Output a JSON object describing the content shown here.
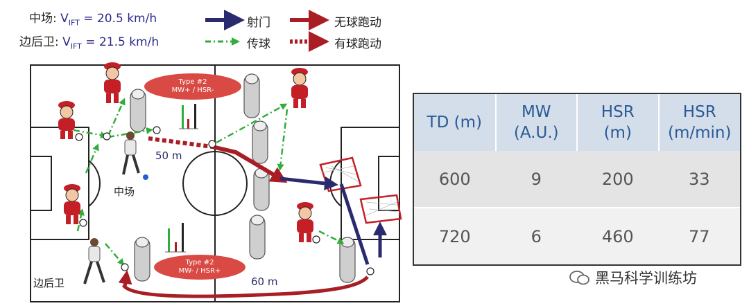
{
  "legend": {
    "mid_label": "中场: ",
    "mid_speed": "V",
    "mid_sub": "IFT",
    "mid_value": " = 20.5 km/h",
    "back_label": "边后卫: ",
    "back_speed": "V",
    "back_sub": "IFT",
    "back_value": " = 21.5 km/h",
    "shot": "射门",
    "pass": "传球",
    "run_no_ball": "无球跑动",
    "run_with_ball": "有球跑动"
  },
  "pitch": {
    "type1_line1": "Type #2",
    "type1_line2": "MW+ / HSR-",
    "type2_line1": "Type #2",
    "type2_line2": "MW- / HSR+",
    "dist1": "50 m",
    "dist2": "60 m",
    "midfielder": "中场",
    "fullback": "边后卫"
  },
  "colors": {
    "shot": "#2a2a6e",
    "pass": "#2fae3a",
    "run": "#a81e24",
    "ellipse": "#d94a44"
  },
  "table": {
    "headers": [
      {
        "line1": "TD (m)",
        "line2": ""
      },
      {
        "line1": "MW",
        "line2": "(A.U.)"
      },
      {
        "line1": "HSR",
        "line2": "(m)"
      },
      {
        "line1": "HSR",
        "line2": "(m/min)"
      }
    ],
    "rows": [
      [
        "600",
        "9",
        "200",
        "33"
      ],
      [
        "720",
        "6",
        "460",
        "77"
      ]
    ]
  },
  "watermark": "黑马科学训练坊"
}
